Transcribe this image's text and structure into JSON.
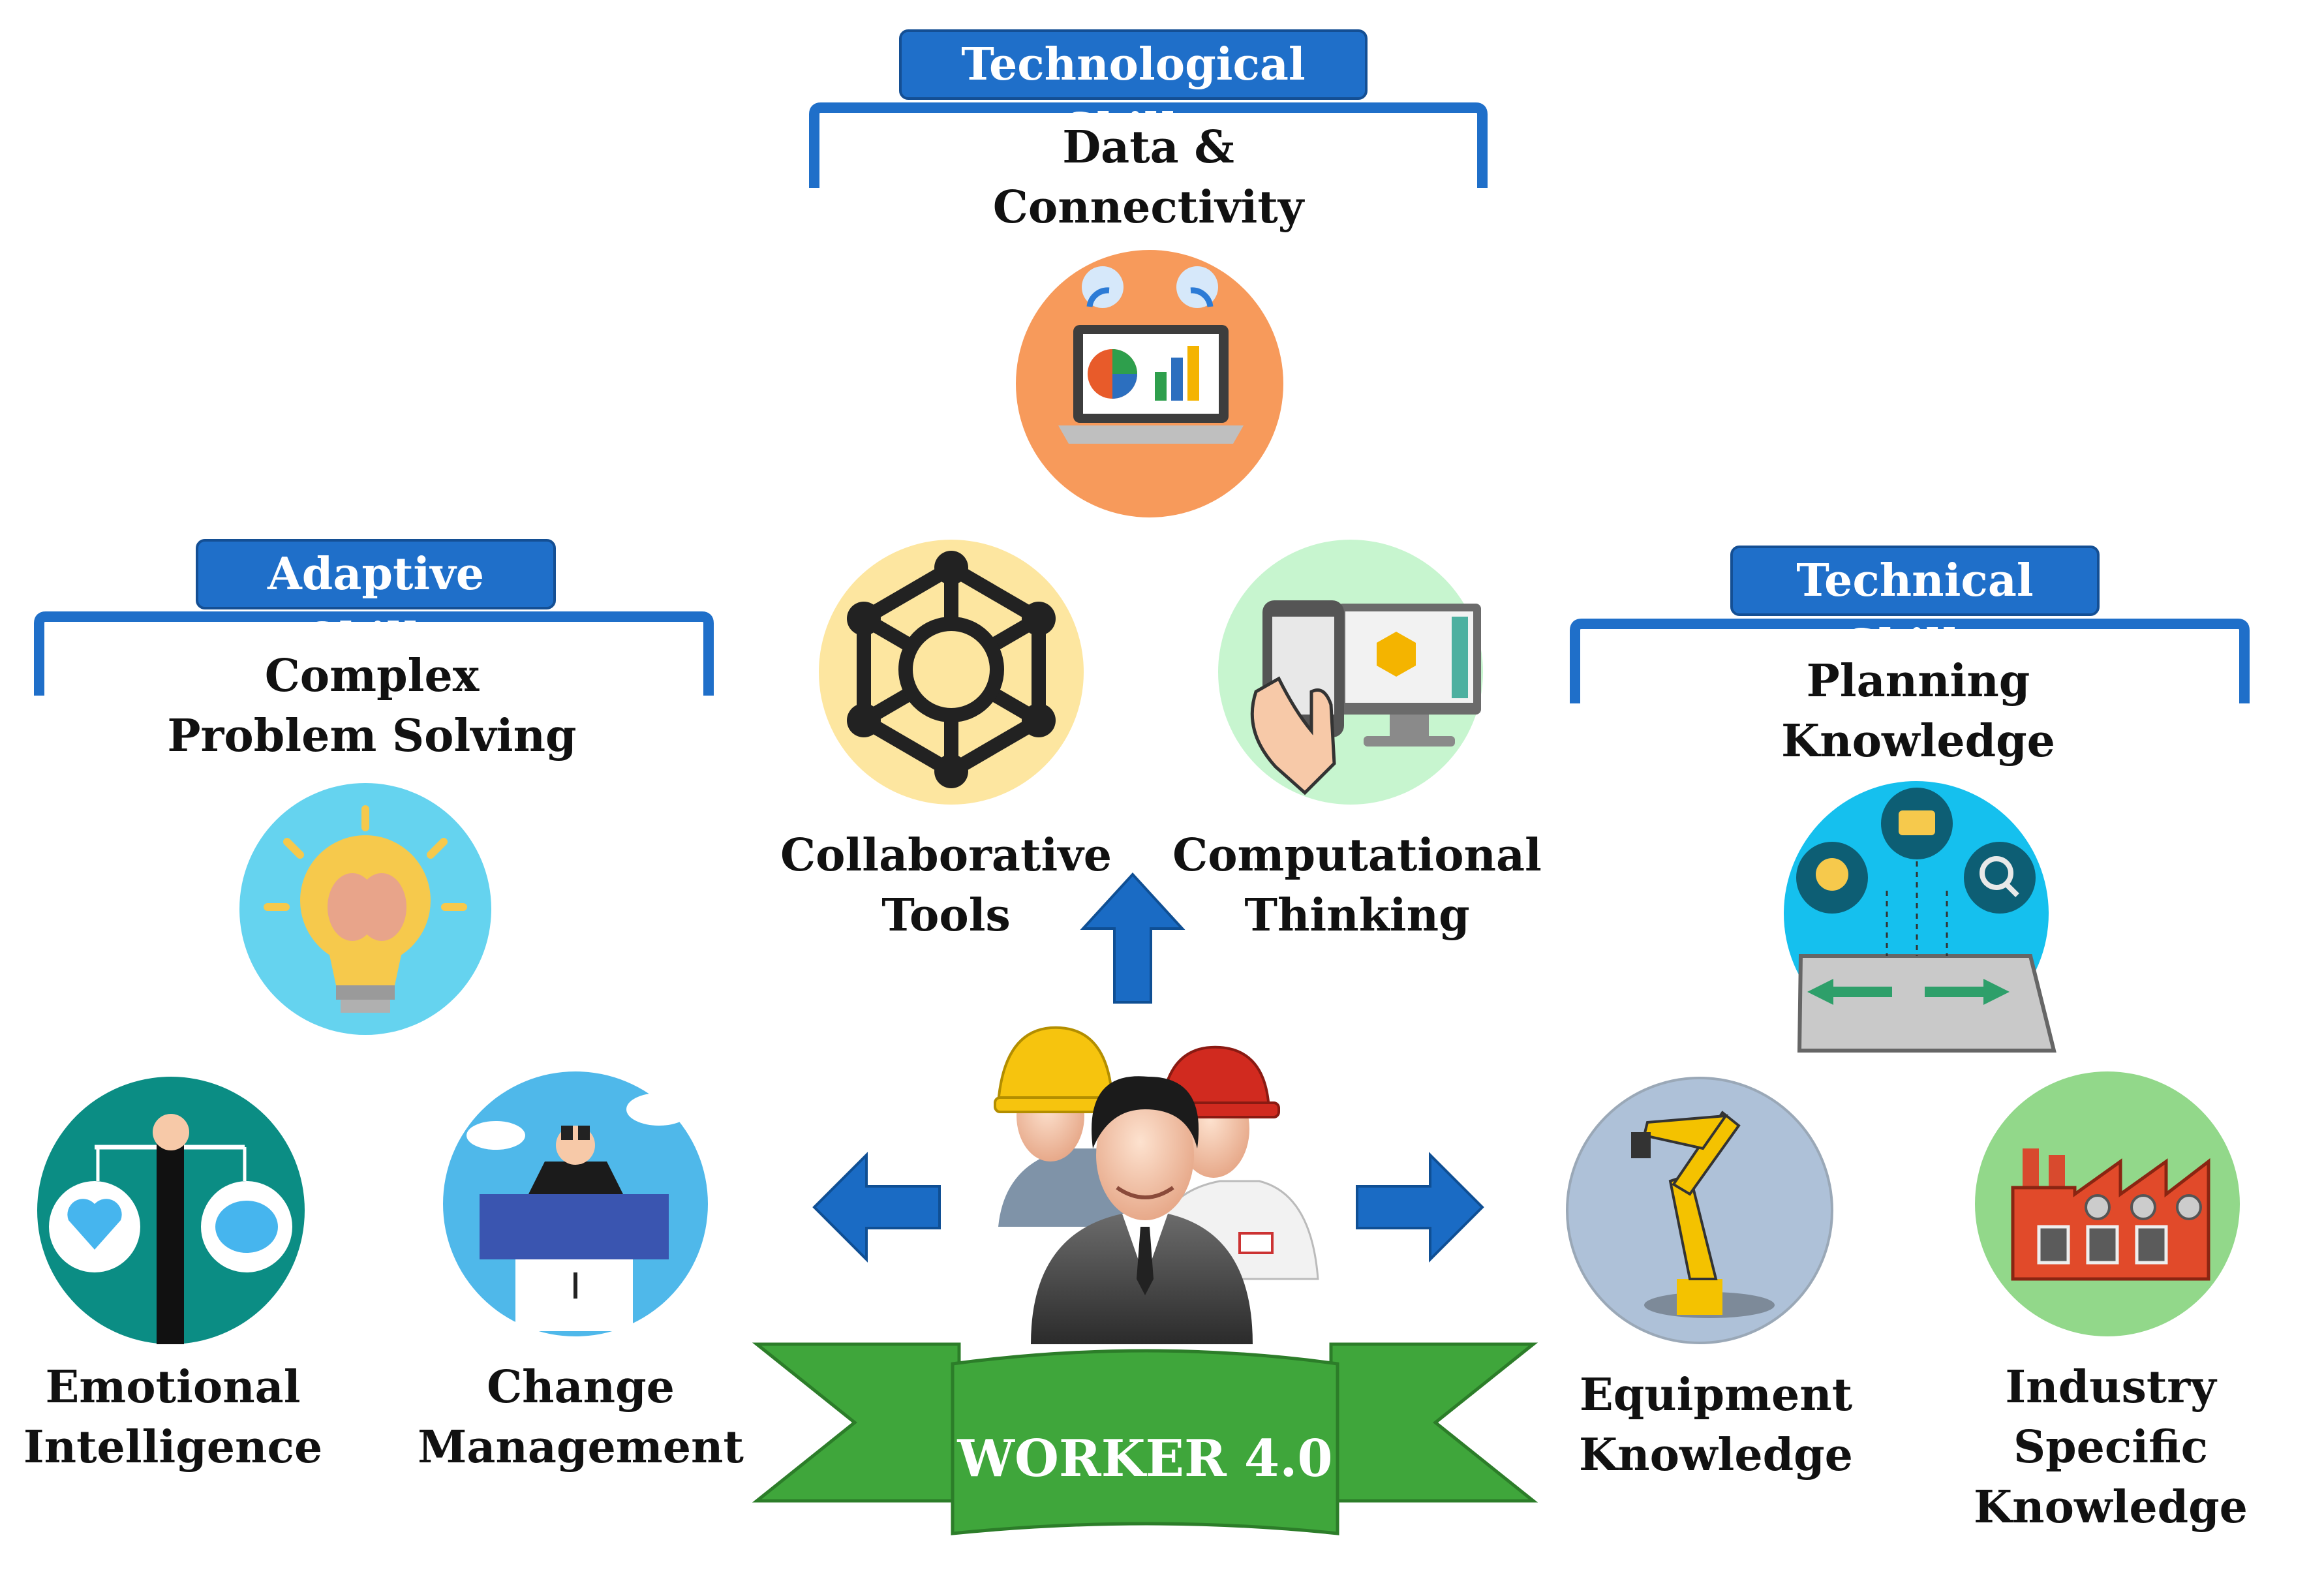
{
  "categories": {
    "technological": "Technological Skills",
    "adaptive": "Adaptive Skills",
    "technical": "Technical Skills"
  },
  "skills": {
    "data_connectivity": [
      "Data &",
      "Connectivity"
    ],
    "collaborative_tools": [
      "Collaborative",
      "Tools"
    ],
    "computational_thinking": [
      "Computational",
      "Thinking"
    ],
    "complex_problem_solving": [
      "Complex",
      "Problem Solving"
    ],
    "emotional_intelligence": [
      "Emotional",
      "Intelligence"
    ],
    "change_management": [
      "Change",
      "Management"
    ],
    "planning_knowledge": [
      "Planning",
      "Knowledge"
    ],
    "equipment_knowledge": [
      "Equipment",
      "Knowledge"
    ],
    "industry_specific_knowledge": [
      "Industry Specific",
      "Knowledge"
    ]
  },
  "center": {
    "banner": "WORKER 4.0"
  },
  "icons": {
    "data_connectivity": "laptop-analytics-icon",
    "collaborative_tools": "network-hexagon-icon",
    "computational_thinking": "phone-monitor-icon",
    "complex_problem_solving": "lightbulb-brain-icon",
    "emotional_intelligence": "heart-brain-balance-icon",
    "change_management": "binoculars-podium-icon",
    "planning_knowledge": "planning-board-icon",
    "equipment_knowledge": "robot-arm-icon",
    "industry_specific_knowledge": "factory-icon",
    "workers": "workers-group-icon"
  },
  "colors": {
    "badge": "#1f6fc9",
    "bracket": "#1f6fc9",
    "arrow": "#1a6bc4",
    "banner": "#3fa63b"
  }
}
